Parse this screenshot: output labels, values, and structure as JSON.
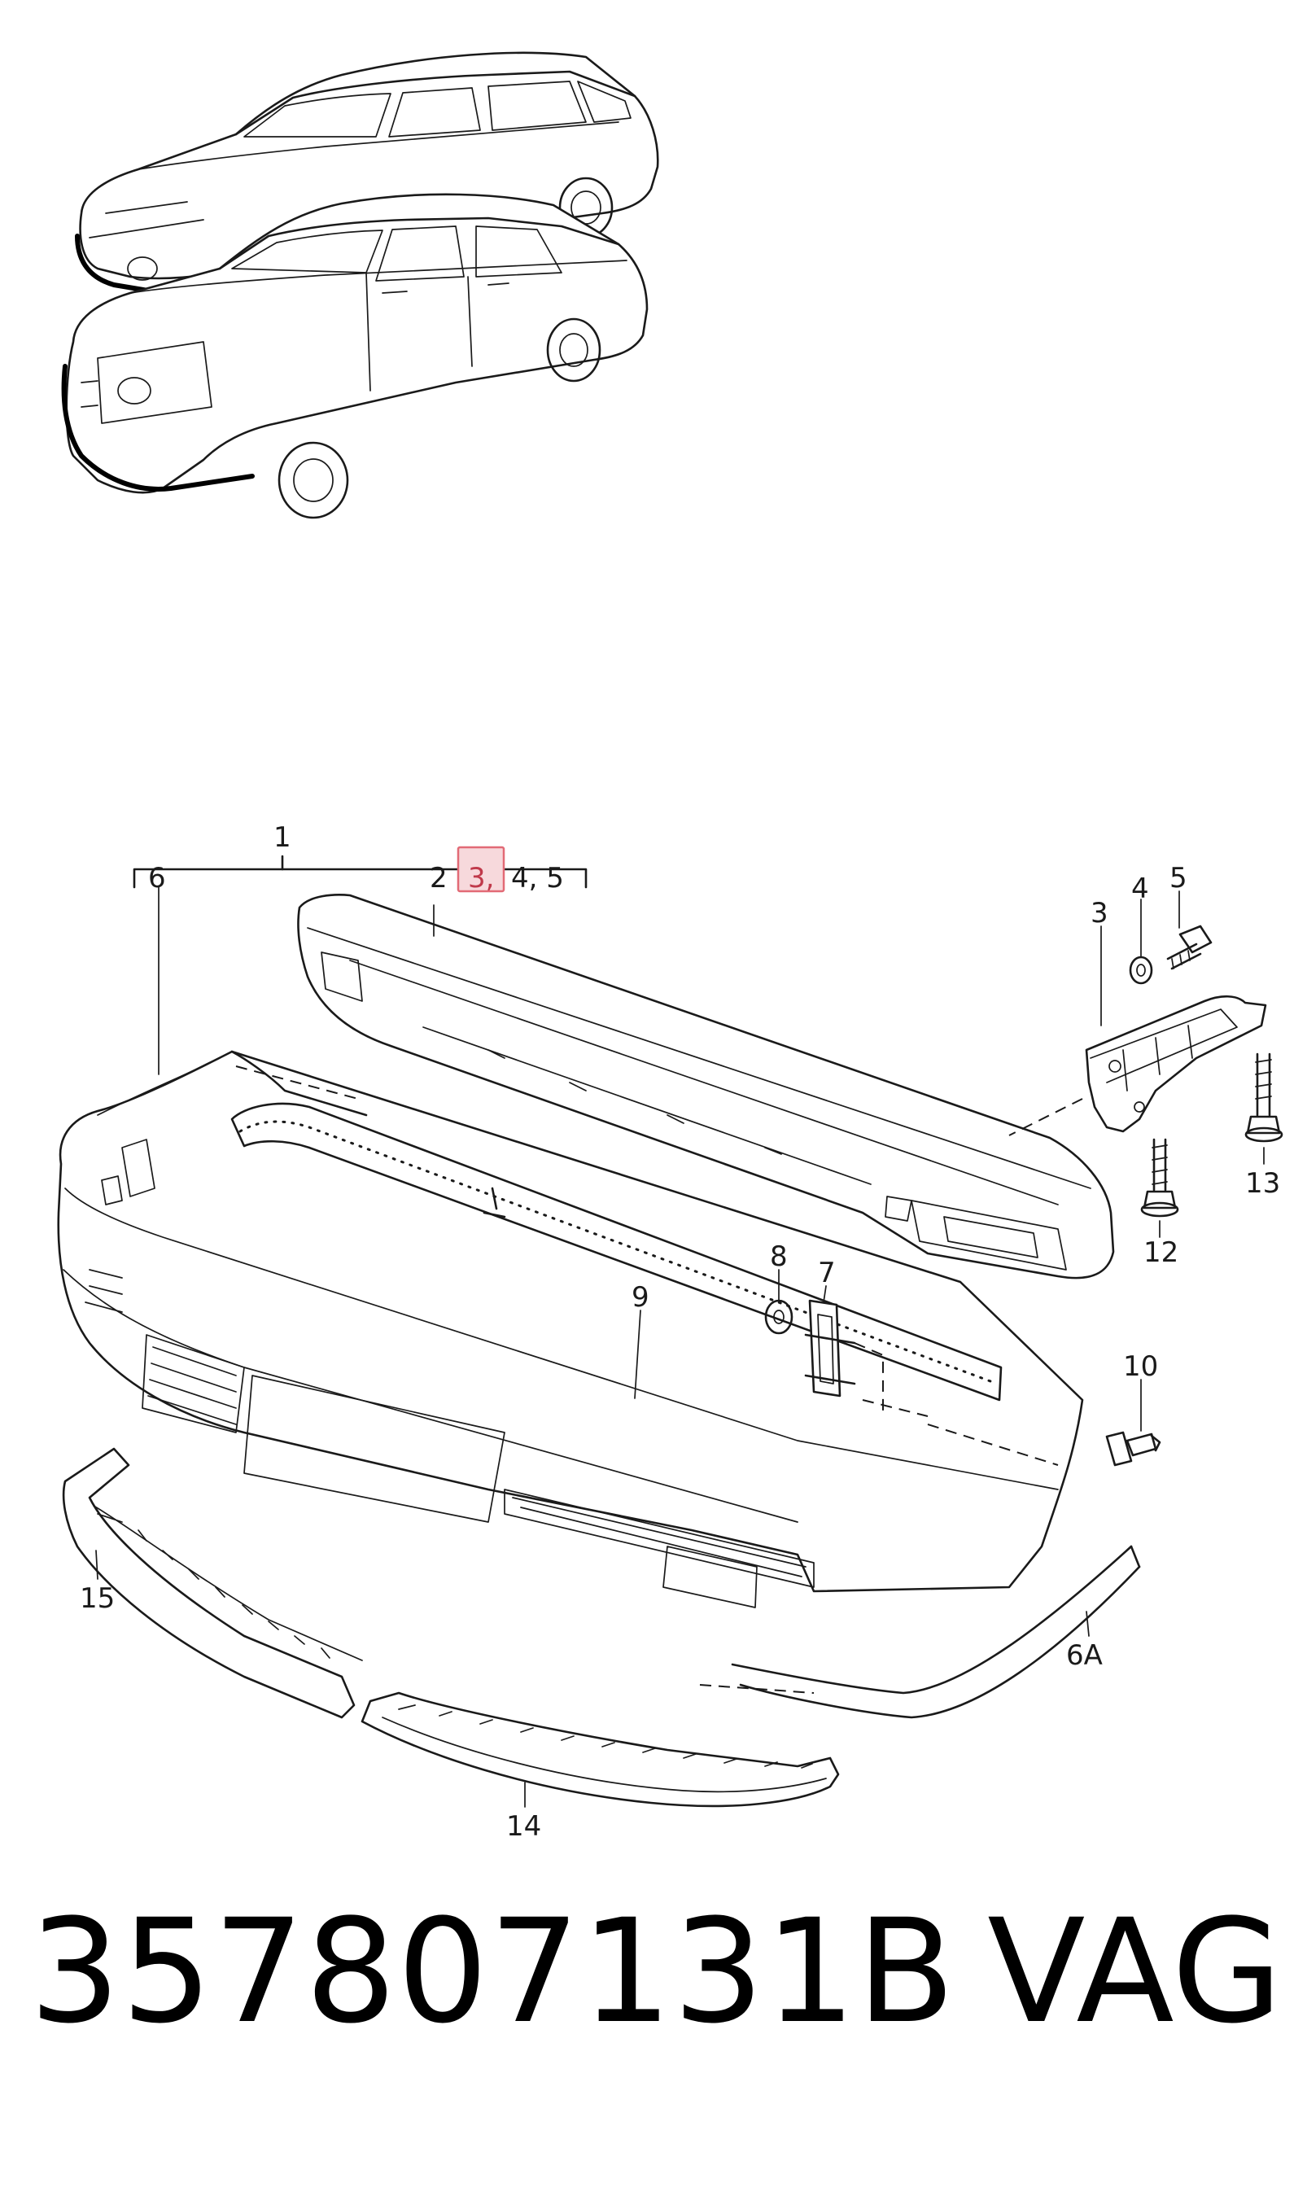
{
  "diagram": {
    "callouts": {
      "c1": "1",
      "c2": "2",
      "c3": "3,",
      "c4_5": "4, 5",
      "c6": "6",
      "c3b": "3",
      "c4": "4",
      "c5": "5",
      "c8": "8",
      "c7": "7",
      "c9": "9",
      "c10": "10",
      "c12": "12",
      "c13": "13",
      "c15": "15",
      "c6a": "6A",
      "c14": "14"
    },
    "highlight_color": "#e26a76"
  },
  "caption": {
    "part_number": "357807131B",
    "brand": "VAG"
  }
}
